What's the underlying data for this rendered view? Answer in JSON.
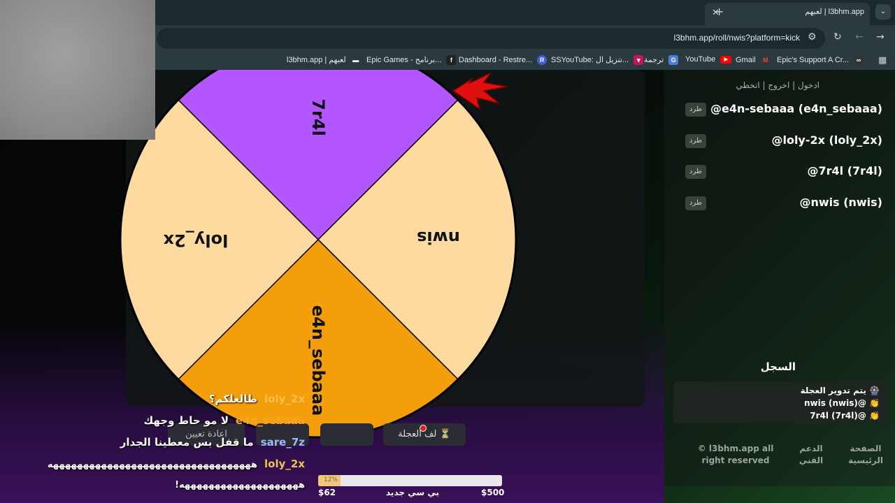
{
  "browser": {
    "tab_title": "l3bhm.app | لعبهم",
    "tab_favicon": "🎮",
    "url": "l3bhm.app/roll/nwis?platform=kick",
    "bookmarks": [
      {
        "label": "l3bhm.app | لعبهم",
        "icon": "game-icon"
      },
      {
        "label": "Epic Games - برنامج...",
        "icon": "epic-icon"
      },
      {
        "label": "Dashboard - Restre...",
        "icon": "restream-icon"
      },
      {
        "label": "SSYouTube: تنزيل ال...",
        "icon": "ssyoutube-icon"
      },
      {
        "label": "ترجمة",
        "icon": "translate-icon"
      },
      {
        "label": "YouTube",
        "icon": "youtube-icon"
      },
      {
        "label": "Gmail",
        "icon": "gmail-icon"
      },
      {
        "label": "Epic's Support A Cr...",
        "icon": "support-icon"
      }
    ]
  },
  "wheel": {
    "segments": [
      {
        "label": "7r4l",
        "color": "#b356ff"
      },
      {
        "label": "nwis",
        "color": "#fddba0"
      },
      {
        "label": "e4n_sebaaa",
        "color": "#f59e0b"
      },
      {
        "label": "loly_2x",
        "color": "#fddba0"
      }
    ]
  },
  "controls": {
    "spin_label": "⏳ لف العجلة",
    "reset_label": "اعادة تعيين",
    "progress_percent": "12%",
    "progress_value": 0.12,
    "goal_min": "$62",
    "goal_title": "بي سي جديد",
    "goal_max": "$500"
  },
  "chat": [
    {
      "user": "loly_2x",
      "msg": "طالعلكم؟",
      "color": "#f2c14e"
    },
    {
      "user": "e4n_sebaaa",
      "msg": "لا مو حاط وجهك",
      "color": "#f5a623"
    },
    {
      "user": "sare_7z",
      "msg": "ما قفل بس معطينا الجدار",
      "color": "#9db7ff"
    },
    {
      "user": "loly_2x",
      "msg": "ههههههههههههههههههههههههههههههههههه",
      "color": "#f2c14e"
    },
    {
      "user": "",
      "msg": "ههههههههههههههههههههه!",
      "color": "#ffffff"
    }
  ],
  "sidebar": {
    "auth_links": "ادخول | اخروج | اتخطي",
    "players": [
      {
        "name": "@e4n-sebaaa (e4n_sebaaa)",
        "kick_label": "طرد"
      },
      {
        "name": "@loly-2x (loly_2x)",
        "kick_label": "طرد"
      },
      {
        "name": "@7r4l (7r4l)",
        "kick_label": "طرد"
      },
      {
        "name": "@nwis (nwis)",
        "kick_label": "طرد"
      }
    ],
    "log_title": "السجل",
    "log": [
      "🎡 يتم تدوير العجلة",
      "👏 @nwis (nwis)",
      "👏 @7r4l (7r4l)"
    ],
    "footer": {
      "home": "الصفحة الرئيسية",
      "support": "الدعم الفني",
      "copyright": "© l3bhm.app all right reserved"
    }
  }
}
